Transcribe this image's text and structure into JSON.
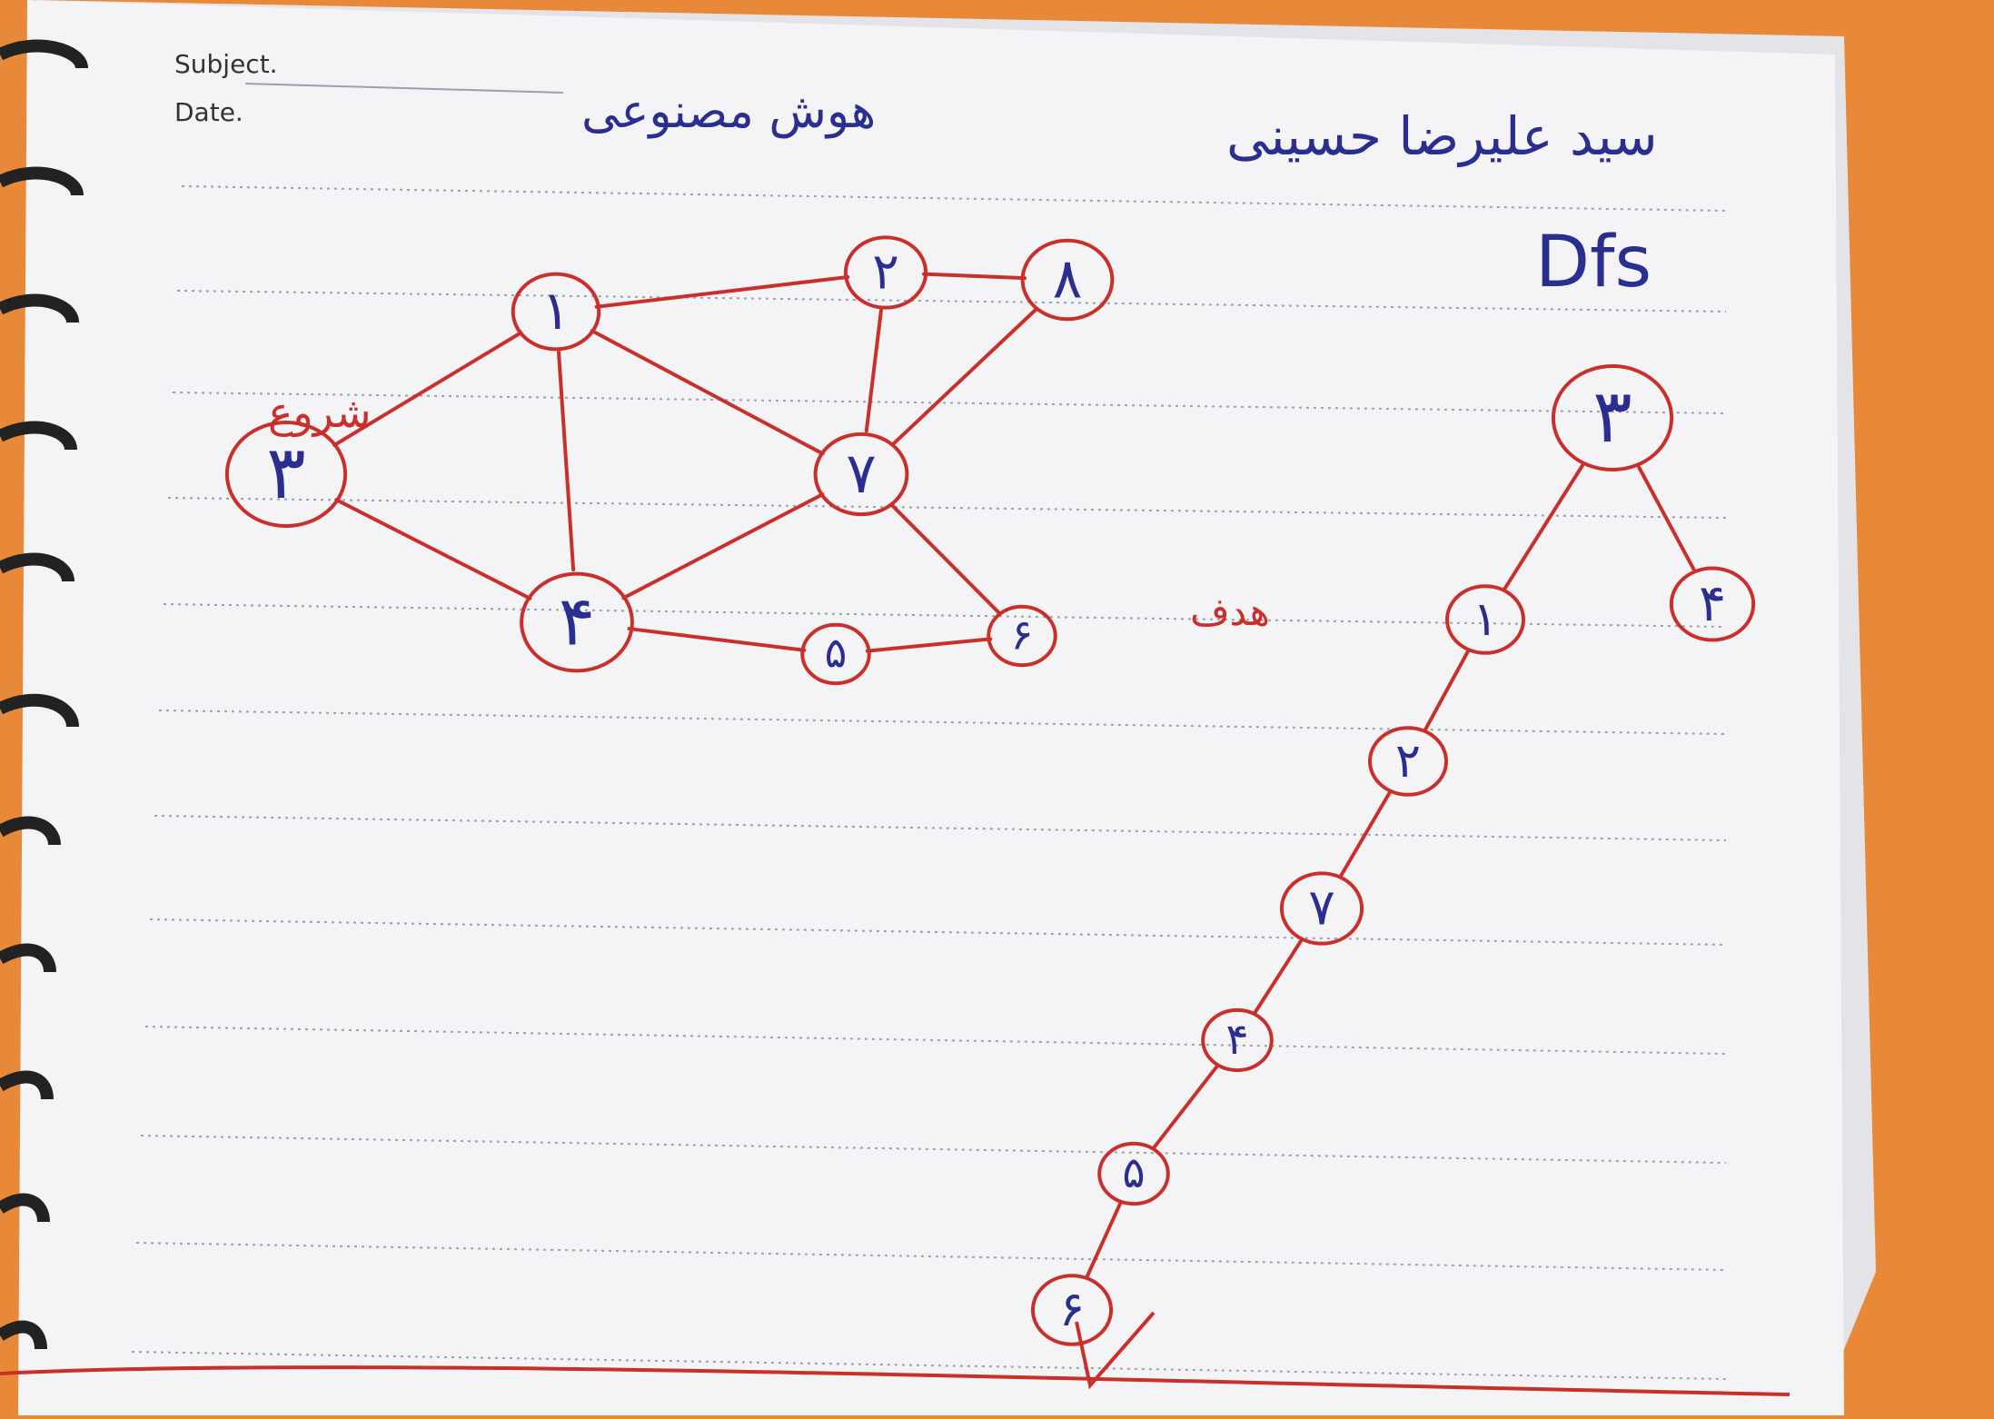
{
  "header": {
    "subject_label": "Subject.",
    "date_label": "Date.",
    "subject_value": "هوش مصنوعی",
    "author": "سید علیرضا حسینی"
  },
  "graph": {
    "start_label": "شروع",
    "goal_label": "هدف",
    "nodes": [
      {
        "id": "n1",
        "label": "۱"
      },
      {
        "id": "n2",
        "label": "۲"
      },
      {
        "id": "n8",
        "label": "۸"
      },
      {
        "id": "n3",
        "label": "۳"
      },
      {
        "id": "n7",
        "label": "۷"
      },
      {
        "id": "n4",
        "label": "۴"
      },
      {
        "id": "n5",
        "label": "۵"
      },
      {
        "id": "n6",
        "label": "۶"
      }
    ],
    "edges": [
      [
        "n3",
        "n1"
      ],
      [
        "n3",
        "n4"
      ],
      [
        "n1",
        "n2"
      ],
      [
        "n2",
        "n8"
      ],
      [
        "n1",
        "n4"
      ],
      [
        "n1",
        "n7"
      ],
      [
        "n2",
        "n7"
      ],
      [
        "n8",
        "n7"
      ],
      [
        "n4",
        "n7"
      ],
      [
        "n4",
        "n5"
      ],
      [
        "n5",
        "n6"
      ],
      [
        "n7",
        "n6"
      ]
    ]
  },
  "tree": {
    "title": "Dfs",
    "nodes": [
      {
        "id": "t3",
        "label": "۳"
      },
      {
        "id": "t1",
        "label": "۱"
      },
      {
        "id": "t4a",
        "label": "۴"
      },
      {
        "id": "t2",
        "label": "۲"
      },
      {
        "id": "t7",
        "label": "۷"
      },
      {
        "id": "t4b",
        "label": "۴"
      },
      {
        "id": "t5",
        "label": "۵"
      },
      {
        "id": "t6",
        "label": "۶"
      }
    ],
    "edges": [
      [
        "t3",
        "t1"
      ],
      [
        "t3",
        "t4a"
      ],
      [
        "t1",
        "t2"
      ],
      [
        "t2",
        "t7"
      ],
      [
        "t7",
        "t4b"
      ],
      [
        "t4b",
        "t5"
      ],
      [
        "t5",
        "t6"
      ]
    ]
  },
  "colors": {
    "ink_red": "#c9302c",
    "ink_blue": "#2a2f8f",
    "paper": "#f4f4f6",
    "rule_line": "#9aa0b0",
    "background": "#e8893a"
  }
}
